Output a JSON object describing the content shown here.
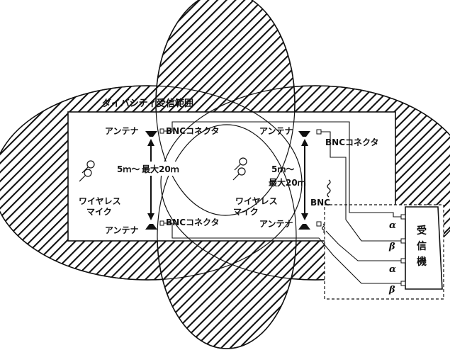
{
  "diagram": {
    "title": "ダイバシティ受信範囲",
    "antenna_label": "アンテナ",
    "bnc_connector_label": "BNCコネクタ",
    "bnc_label": "BNC",
    "distance_line1": "5ｍ～",
    "distance_line2": "最大20ｍ",
    "mic_line1": "ワイヤレス",
    "mic_line2": "マイク",
    "receiver_line1": "受",
    "receiver_line2": "信",
    "receiver_line3": "機",
    "alpha": "α",
    "beta": "β"
  }
}
